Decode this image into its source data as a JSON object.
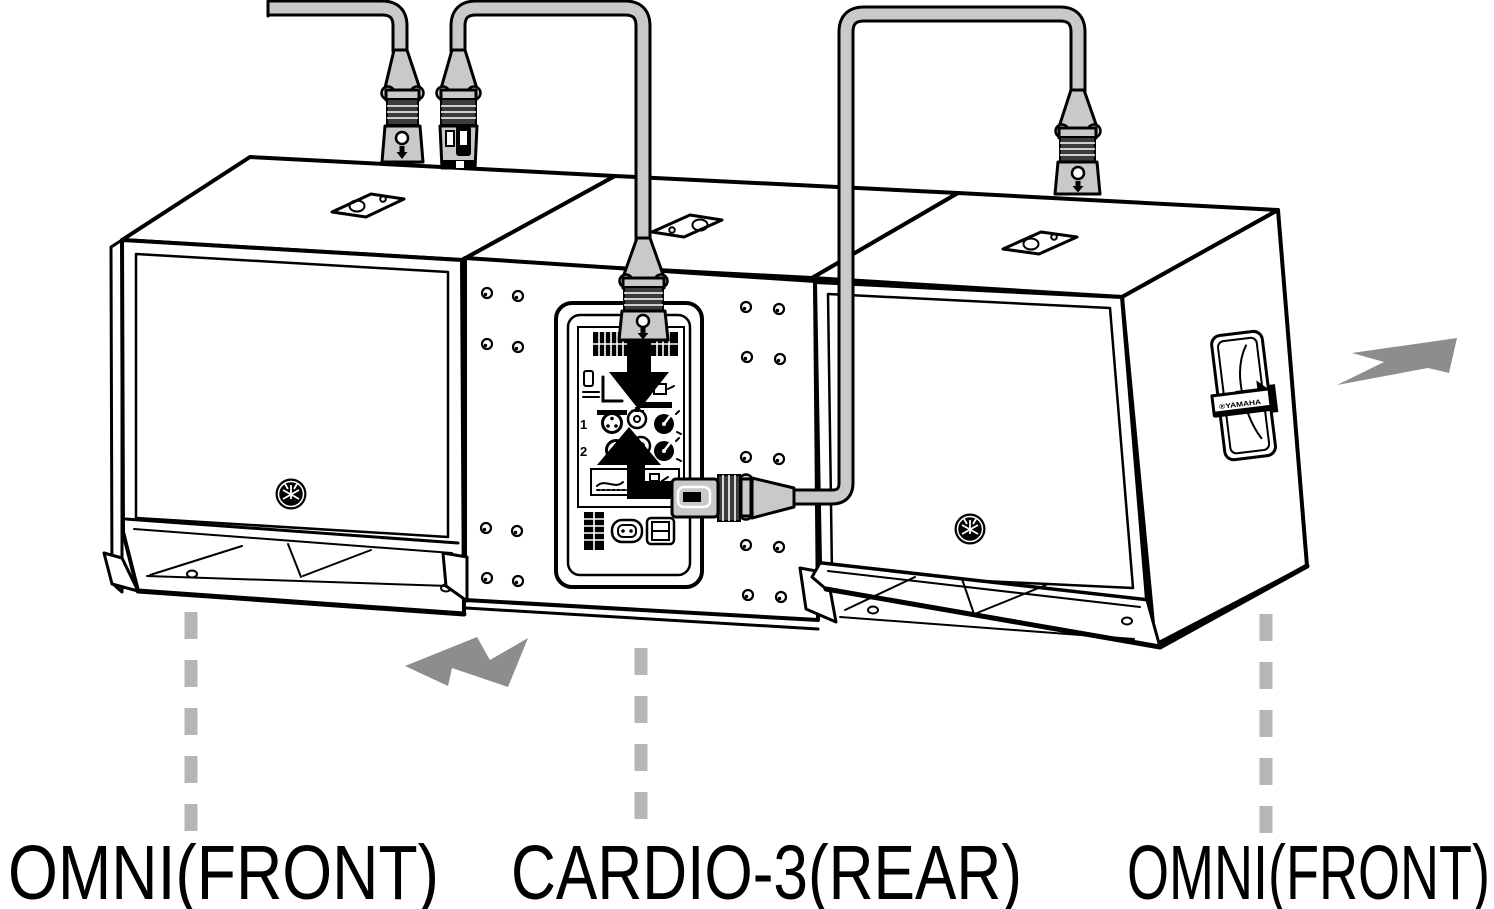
{
  "subwoofers": [
    {
      "position": "left",
      "facing": "front",
      "label": "OMNI(FRONT)"
    },
    {
      "position": "center",
      "facing": "rear",
      "label": "CARDIO-3(REAR)"
    },
    {
      "position": "right",
      "facing": "front",
      "label": "OMNI(FRONT)"
    }
  ],
  "rear_panel": {
    "input_1": "1",
    "input_2": "2"
  },
  "right_handle": {
    "brand_text": "®YAMAHA"
  },
  "icons": {
    "xlr_connector_marking": "down-arrow-icon",
    "brand_logo": "yamaha-tuning-fork-icon",
    "direction_arrows": "thick-gray-3d-arrow",
    "position_markers": "gray-dashed-line"
  },
  "colors": {
    "line": "#000000",
    "cable_gray": "#c7cac9",
    "metal_dark": "#3c3c3c",
    "arrow_gray": "#8b8e8d",
    "dash_gray": "#b4b7b6",
    "background": "#ffffff"
  }
}
